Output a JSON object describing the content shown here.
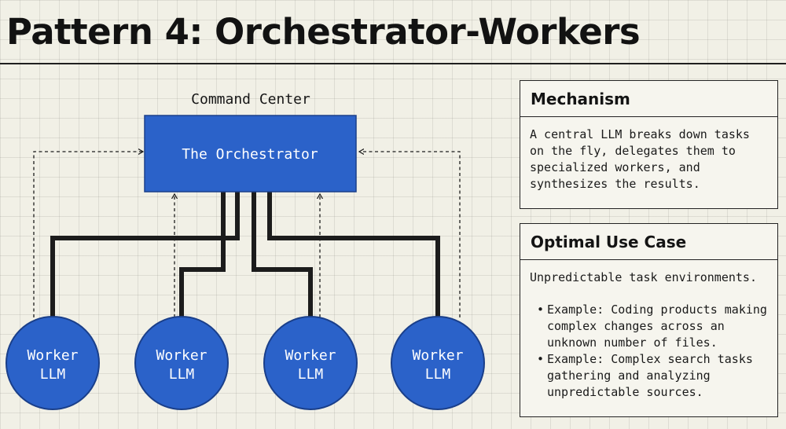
{
  "title": "Pattern 4: Orchestrator-Workers",
  "diagram": {
    "command_center_label": "Command Center",
    "orchestrator_label": "The Orchestrator",
    "workers": [
      {
        "line1": "Worker",
        "line2": "LLM"
      },
      {
        "line1": "Worker",
        "line2": "LLM"
      },
      {
        "line1": "Worker",
        "line2": "LLM"
      },
      {
        "line1": "Worker",
        "line2": "LLM"
      }
    ],
    "colors": {
      "node_fill": "#2b62c9",
      "node_stroke": "#1a3f8a",
      "line": "#1c1c1c"
    }
  },
  "mechanism": {
    "heading": "Mechanism",
    "lines": [
      "A central LLM breaks down tasks",
      "on the fly, delegates them to",
      "specialized workers, and",
      "synthesizes the results."
    ]
  },
  "use_case": {
    "heading": "Optimal Use Case",
    "summary": "Unpredictable task environments.",
    "examples": [
      [
        "Example: Coding products making",
        "complex changes across an",
        "unknown number of files."
      ],
      [
        "Example: Complex search tasks",
        "gathering and analyzing",
        "unpredictable sources."
      ]
    ]
  }
}
